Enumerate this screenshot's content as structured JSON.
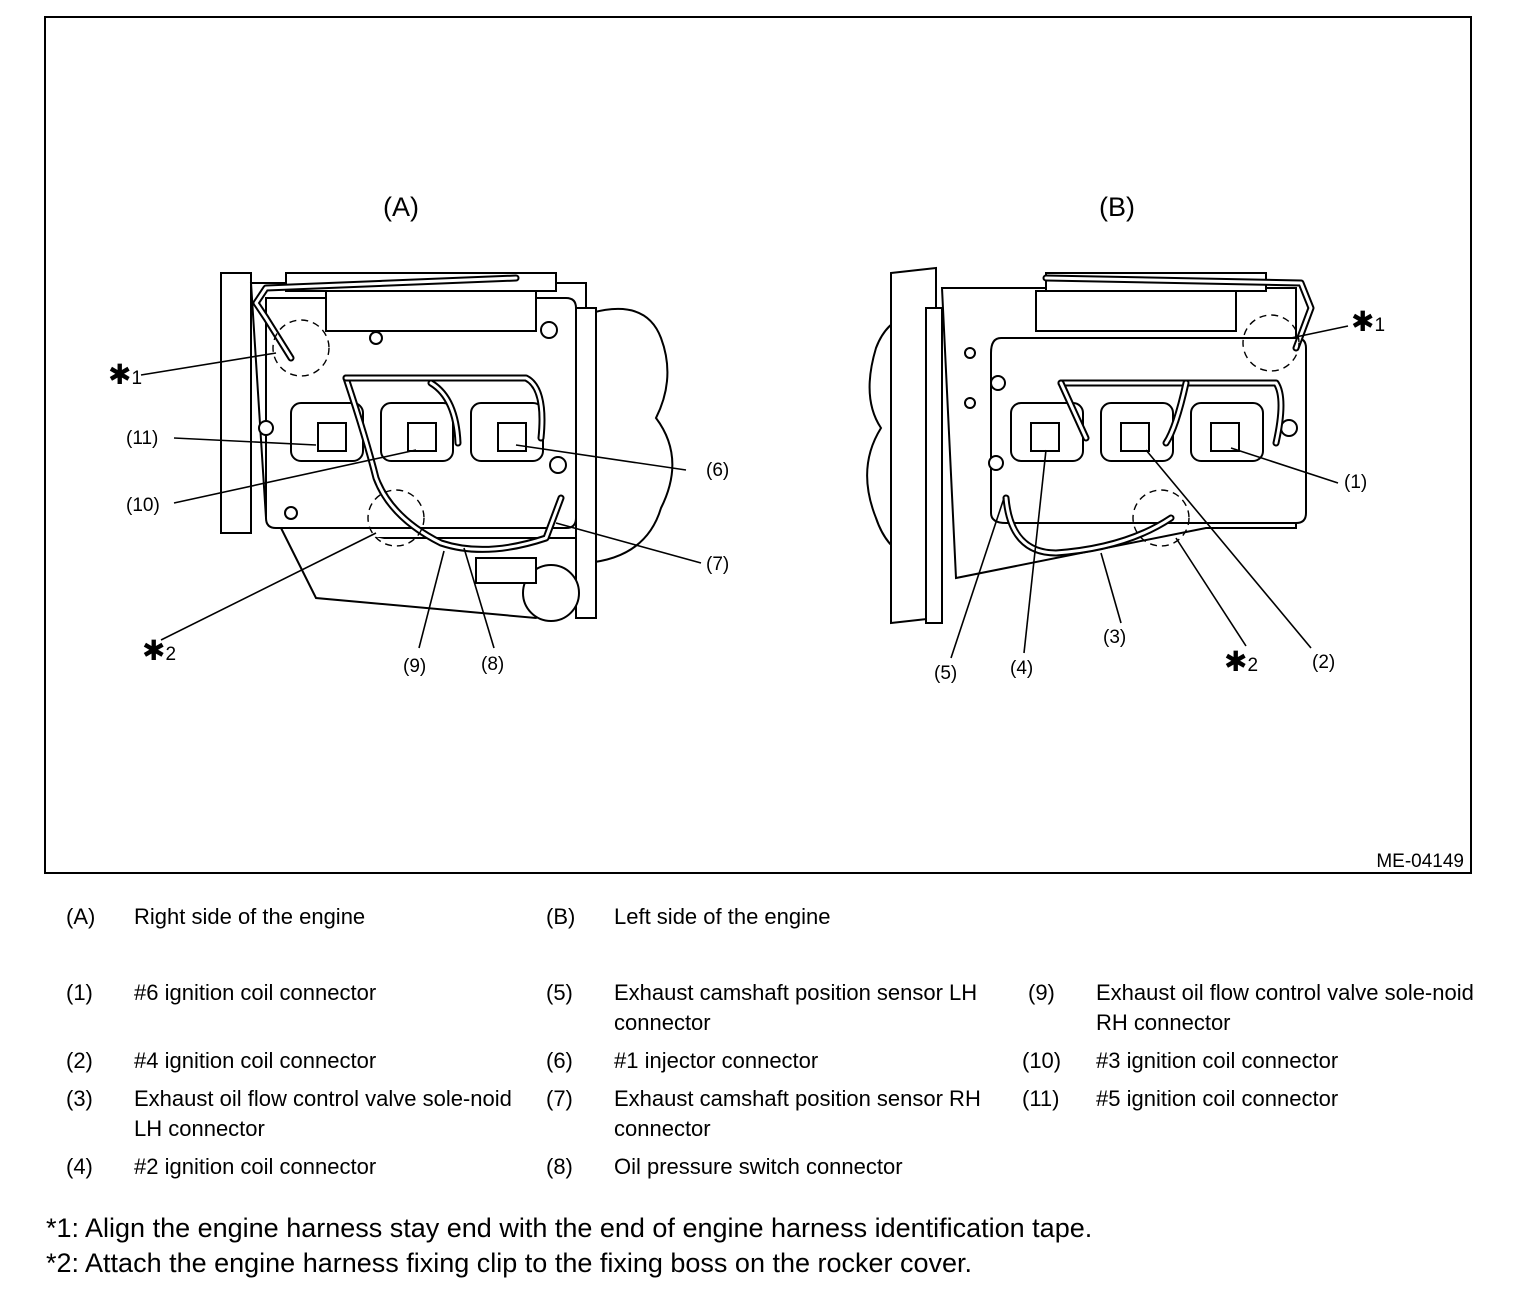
{
  "figure": {
    "code": "ME-04149",
    "view_a": "(A)",
    "view_b": "(B)",
    "callouts": {
      "c1": "(1)",
      "c2": "(2)",
      "c3": "(3)",
      "c4": "(4)",
      "c5": "(5)",
      "c6": "(6)",
      "c7": "(7)",
      "c8": "(8)",
      "c9": "(9)",
      "c10": "(10)",
      "c11": "(11)",
      "star": "✱",
      "star1": "1",
      "star2": "2"
    }
  },
  "legend": {
    "A": {
      "num": "(A)",
      "text": "Right side of the engine"
    },
    "B": {
      "num": "(B)",
      "text": "Left side of the engine"
    },
    "items": [
      {
        "num": "(1)",
        "text": "#6 ignition coil connector"
      },
      {
        "num": "(2)",
        "text": "#4 ignition coil connector"
      },
      {
        "num": "(3)",
        "text": "Exhaust oil flow control valve sole-noid LH connector"
      },
      {
        "num": "(4)",
        "text": "#2 ignition coil connector"
      },
      {
        "num": "(5)",
        "text": "Exhaust camshaft position sensor LH connector"
      },
      {
        "num": "(6)",
        "text": "#1 injector connector"
      },
      {
        "num": "(7)",
        "text": "Exhaust camshaft position sensor RH connector"
      },
      {
        "num": "(8)",
        "text": "Oil pressure switch connector"
      },
      {
        "num": "(9)",
        "text": "Exhaust oil flow control valve sole-noid RH connector"
      },
      {
        "num": "(10)",
        "text": "#3 ignition coil connector"
      },
      {
        "num": "(11)",
        "text": "#5 ignition coil connector"
      }
    ]
  },
  "notes": {
    "n1": "*1: Align the engine harness stay end with the end of engine harness identification tape.",
    "n2": "*2: Attach the engine harness fixing clip to the fixing boss on the rocker cover."
  }
}
